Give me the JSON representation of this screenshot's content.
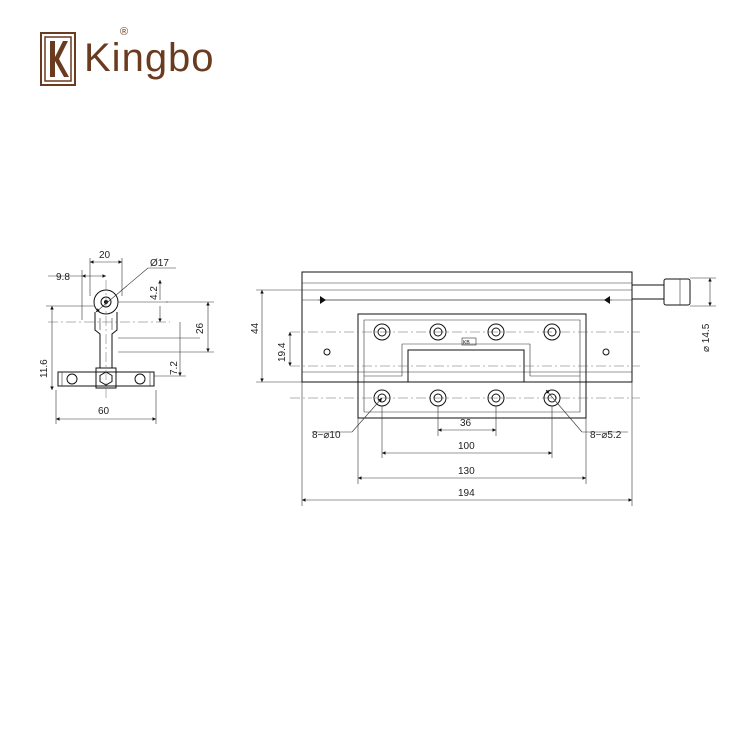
{
  "brand": {
    "name": "Kingbo",
    "registered_mark": "®",
    "color": "#6b3b1f"
  },
  "side_view": {
    "dimensions": {
      "width_top": "20",
      "offset_left": "9.8",
      "hole_diameter": "Ø17",
      "gap": "4.2",
      "height_right": "26",
      "height_left": "11.6",
      "offset_bottom": "7.2",
      "base_width": "60"
    }
  },
  "front_view": {
    "dimensions": {
      "overall_height": "44",
      "hole_spacing_vertical": "19.4",
      "pin_diameter": "⌀ 14.5",
      "large_holes": "8−⌀10",
      "small_holes": "8−⌀5.2",
      "hole_pitch": "36",
      "hole_span": "100",
      "plate_width": "130",
      "overall_width": "194"
    },
    "badge": "KB"
  }
}
